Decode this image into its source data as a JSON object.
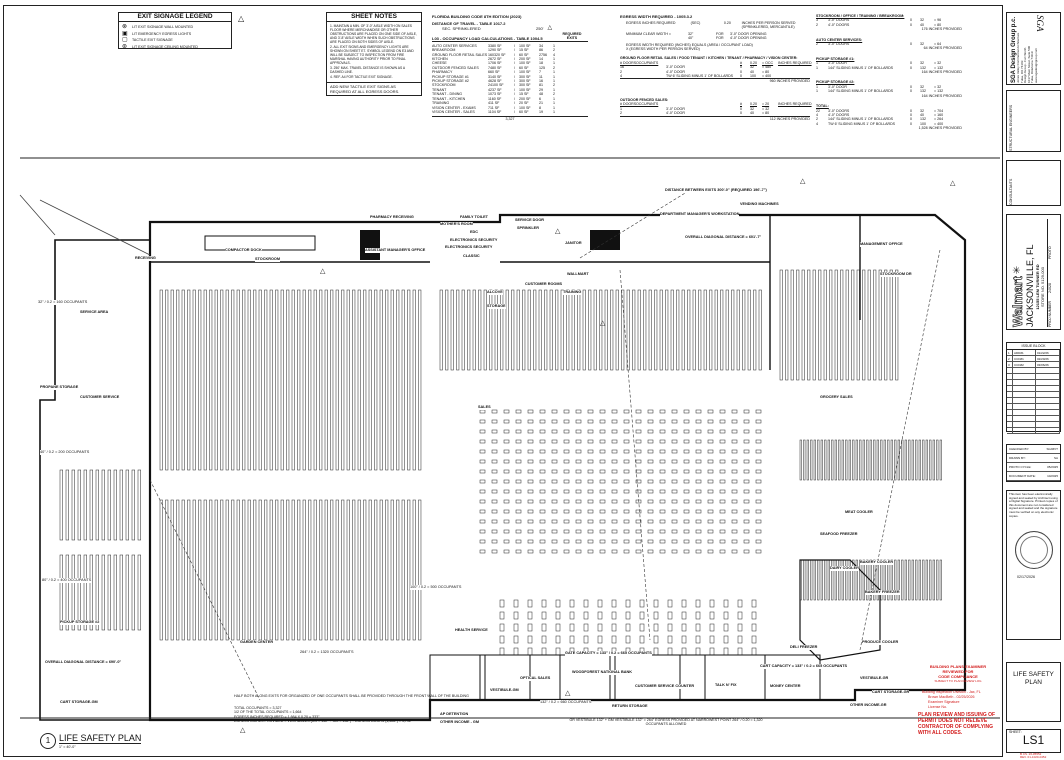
{
  "legend": {
    "title": "EXIT SIGNAGE LEGEND",
    "items": [
      {
        "icon": "exit-sign-wall-icon",
        "label": "LIT EXIT SIGNAGE WALL MOUNTED"
      },
      {
        "icon": "emergency-light-icon",
        "label": "LIT EMERGENCY EGRESS LIGHTS"
      },
      {
        "icon": "tactile-sign-icon",
        "label": "TACTILE EXIT SIGNAGE"
      },
      {
        "icon": "exit-sign-ceiling-icon",
        "label": "LIT EXIT SIGNAGE CEILING MOUNTED"
      }
    ]
  },
  "sheet_notes": {
    "title": "SHEET NOTES",
    "notes": [
      "1. MAINTAIN A MIN. OF 3'-0\" AISLE WIDTH ON SALES FLOOR WHERE MERCHANDISE OR OTHER OBSTRUCTIONS ARE PLACED ON ONE SIDE OF AISLE, AND 3'-8\" AISLE WIDTH WHEN SUCH OBSTRUCTIONS ARE PLACED ON BOTH SIDES OF AISLE.",
      "2. ALL EXIT SIGNS AND EMERGENCY LIGHTS ARE SHOWN ON SHEET E7. SYMBOL LEGEND ON E3 AND WILL BE SUBJECT TO INSPECTION FROM FIRE MARSHAL HAVING AUTHORITY PRIOR TO FINAL APPROVALS.",
      "3. 250' MAX. TRAVEL DISTANCE IS SHOWN AS A DASHED LINE.",
      "4. REF. A4 FOR TACTILE EXIT SIGNAGE."
    ],
    "footer": "ADD NEW TACTILE EXIT SIGNS AS REQUIRED AT ALL EGRESS DOORS."
  },
  "occupancy": {
    "code": "FLORIDA BUILDING CODE 8TH EDITION (2023)",
    "travel": "DISTANCE OF TRAVEL - TABLE 1017.2",
    "sprinkled_label": "SEC. SPRINKLERED",
    "sprinkled_value": "250'",
    "title": "L03 - OCCUPANCY LOAD CALCULATIONS - TABLE 1004.5",
    "req_exits": "REQUIRED EXITS",
    "rows": [
      [
        "AUTO CENTER SERVICES",
        "3380 SF",
        "/",
        "100 SF",
        "34",
        "1"
      ],
      [
        "BREAKROOM",
        "1290 SF",
        "/",
        "15 SF",
        "86",
        "2"
      ],
      [
        "GROUND FLOOR RETAIL SALES",
        "160320 SF",
        "/",
        "60 SF",
        "2756",
        "4"
      ],
      [
        "KITCHEN",
        "2672 SF",
        "/",
        "200 SF",
        "14",
        "1"
      ],
      [
        "CHEESE",
        "1706 SF",
        "/",
        "100 SF",
        "18",
        "1"
      ],
      [
        "OUTDOOR FENCED SALES",
        "7480 SF",
        "/",
        "60 SF",
        "125",
        "2"
      ],
      [
        "PHARMACY",
        "660 SF",
        "/",
        "100 SF",
        "7",
        "1"
      ],
      [
        "PICKUP STORAGE #1",
        "3140 SF",
        "/",
        "300 SF",
        "11",
        "1"
      ],
      [
        "PICKUP STORAGE #2",
        "4628 SF",
        "/",
        "300 SF",
        "16",
        "1"
      ],
      [
        "STOCKROOM",
        "24100 SF",
        "/",
        "300 SF",
        "81",
        "2"
      ],
      [
        "TENANT",
        "4237 SF",
        "/",
        "100 SF",
        "29",
        "1"
      ],
      [
        "TENANT - DINING",
        "1073 SF",
        "/",
        "15 SF",
        "48",
        "2"
      ],
      [
        "TENANT - KITCHEN",
        "1160 SF",
        "/",
        "200 SF",
        "6",
        "1"
      ],
      [
        "TRAINING",
        "411 SF",
        "/",
        "20 SF",
        "21",
        "1"
      ],
      [
        "VISION CENTER - EXAMS",
        "711 SF",
        "/",
        "100 SF",
        "8",
        "1"
      ],
      [
        "VISION CENTER - SALES",
        "1104 SF",
        "/",
        "60 SF",
        "19",
        "1"
      ]
    ],
    "total": "3,327"
  },
  "egress": {
    "title": "EGRESS WIDTH REQUIRED - 1005.3.2",
    "inches_label": "EGRESS INCHES REQUIRED",
    "inches_code": "(SEC)",
    "inches_value": "0.20",
    "inches_note": "INCHES PER PERSON SERVED (SPRINKLERED, MERCANTILE)",
    "clear_label": "MINIMUM CLEAR WIDTH =",
    "clear_rows": [
      [
        "32\"",
        "FOR",
        "3'-0\" DOOR OPENING"
      ],
      [
        "40\"",
        "FOR",
        "4'-0\" DOOR OPENING"
      ]
    ],
    "formula": "EGRESS WIDTH REQUIRED (INCHES) EQUALS (AREA / OCCUPANT LOAD) X (EGRESS WIDTH PER PERSON SERVED)",
    "groups": [
      {
        "title": "GROUND FLOOR RETAIL SALES / FOOD TENANT / KITCHEN / TENANT / PHARMACY / VISION CENTER:",
        "cols": [
          "# DOORS",
          "OCCUPANTS",
          "",
          "#",
          "0.20",
          "= OCC",
          "INCHES REQUIRED"
        ],
        "rows": [
          [
            "16",
            "",
            "3'-0\" DOOR",
            "0",
            "32",
            "= 480"
          ],
          [
            "2",
            "",
            "4'-0\" DOOR",
            "0",
            "40",
            "= 80"
          ],
          [
            "4",
            "",
            "TW 6' SLIDING MINUS 1' OF BOLLARDS",
            "0",
            "100",
            "= 400"
          ]
        ],
        "total": "960 INCHES PROVIDED"
      },
      {
        "title": "OUTDOOR FENCED SALES:",
        "cols": [
          "# DOORS",
          "OCCUPANTS",
          "",
          "#",
          "0.20",
          "= 20",
          "INCHES REQUIRED"
        ],
        "rows": [
          [
            "1",
            "",
            "3'-0\" DOOR",
            "0",
            "32",
            "= 32"
          ],
          [
            "2",
            "",
            "4'-0\" DOOR",
            "0",
            "40",
            "= 80"
          ]
        ],
        "total": "112 INCHES PROVIDED"
      }
    ]
  },
  "right_tables": {
    "sections": [
      {
        "title": "STOCKROOM / OFFICE / TRAINING / BREAKROOM:",
        "rows": [
          [
            "3",
            "3'-0\" DOORS",
            "0",
            "32",
            "= 96"
          ],
          [
            "2",
            "4'-0\" DOORS",
            "0",
            "40",
            "= 80"
          ]
        ],
        "total": "176 INCHES PROVIDED"
      },
      {
        "title": "AUTO CENTER SERVICES:",
        "rows": [
          [
            "2",
            "3'-0\" DOORS",
            "0",
            "32",
            "= 64"
          ]
        ],
        "total": "64 INCHES PROVIDED"
      },
      {
        "title": "PICKUP STORAGE #1:",
        "rows": [
          [
            "1",
            "3'-0\" DOOR",
            "0",
            "32",
            "= 32"
          ],
          [
            "1",
            "144\" SLIDING MINUS 1' OF BOLLARDS",
            "0",
            "132",
            "= 132"
          ]
        ],
        "total": "164 INCHES PROVIDED"
      },
      {
        "title": "PICKUP STORAGE #2:",
        "rows": [
          [
            "1",
            "3'-0\" DOOR",
            "0",
            "32",
            "= 32"
          ],
          [
            "1",
            "144\" SLIDING MINUS 1' OF BOLLARDS",
            "0",
            "132",
            "= 132"
          ]
        ],
        "total": "164 INCHES PROVIDED"
      },
      {
        "title": "TOTAL:",
        "rows": [
          [
            "22",
            "3'-0\" DOORS",
            "0",
            "32",
            "= 704"
          ],
          [
            "4",
            "4'-0\" DOORS",
            "0",
            "40",
            "= 160"
          ],
          [
            "2",
            "144\" SLIDING MINUS 1' OF BOLLARDS",
            "0",
            "132",
            "= 264"
          ],
          [
            "4",
            "TW 6' SLIDING MINUS 1' OF BOLLARDS",
            "0",
            "100",
            "= 400"
          ]
        ],
        "total": "1,528 INCHES PROVIDED"
      }
    ]
  },
  "plan": {
    "title": "LIFE SAFETY PLAN",
    "number": "1",
    "scale": "1\" = 40'-0\"",
    "labels": [
      "COMPACTOR DOCK",
      "RECEIVING",
      "STOCKROOM",
      "PHARMACY RECEIVING",
      "FAMILY TOILET",
      "MOTHER'S ROOM",
      "EDC",
      "ELECTRONICS SECURITY",
      "CLASSIC",
      "SERVICE DOOR",
      "SPRINKLER",
      "JANITOR",
      "WALLMART",
      "ALCOVE",
      "STORAGE",
      "CUSTOMER ROOMS",
      "TRAINING",
      "DEPARTMENT MANAGER'S WORKSTATION",
      "OVERALL DIAGONAL DISTANCE = 601'-7\"",
      "DISTANCE BETWEEN EXITS 300'-0\" (REQUIRED 196'-7\")",
      "VENDING MACHINES",
      "STOCKROOM DR",
      "MANAGEMENT OFFICE",
      "ASSISTANT MANAGER'S OFFICE",
      "ELECTRONICS SECURITY",
      "SERVICE AREA",
      "CUSTOMER SERVICE",
      "PROPANE STORAGE",
      "SALES",
      "GROCERY SALES",
      "BAKERY COOLER",
      "BAKERY FREEZER",
      "PRODUCE COOLER",
      "DELI FREEZER",
      "MEAT COOLER",
      "SEAFOOD FREEZER",
      "DAIRY COOLER",
      "CART STORAGE-GR",
      "OTHER INCOME-GR",
      "HEALTH SERVICE",
      "OPTICAL SALES",
      "WOODFOREST NATIONAL BANK",
      "CUSTOMER SERVICE COUNTER",
      "TALK N' FIX",
      "MONEY CENTER",
      "RETURN STORAGE",
      "VESTIBULE-GM",
      "VESTIBULE-GR",
      "AP DETENTION",
      "OTHER INCOME - GM",
      "GARDEN CENTER",
      "PICKUP STORAGE #2",
      "OVERALL DIAGONAL DISTANCE = 690'-0\"",
      "CART STORAGE-GM",
      "CART CAPACITY = 133\" / 0.2 = 665 OCCUPANTS",
      "GATE CAPACITY = 133\" / 0.2 = 665 OCCUPANTS"
    ],
    "occupant_notes": [
      "32\" / 0.2 = 160 OCCUPANTS",
      "40\" / 0.2 = 200 OCCUPANTS",
      "80\" / 0.2 = 400 OCCUPANTS",
      "100\" / 0.2 = 500 OCCUPANTS",
      "132\" / 0.2 = 660 OCCUPANTS",
      "264\" / 0.2 = 1320 OCCUPANTS"
    ],
    "vestibule_note": "GR VESTIBULE 132\" + GM VESTIBULE 132\" = 264\" EGRESS PROVIDED AT NARROWEST POINT 264\" / 0.20 = 1,320 OCCUPANTS ALLOWED",
    "total_notes": [
      "TOTAL OCCUPANTS = 3,327",
      "1/2 OF THE TOTAL OCCUPANTS = 1,664",
      "EGRESS INCHES REQUIRED = 1,664 X 0.20 = 333\"",
      "EGRESS INCHES PROVIDED = VESTIBULES (GR = 132\" + GM = 132\") + EGRESS DOORS (1,528\") = 1,792\""
    ],
    "main_entrance_note": "HALF BOTH ALONG EXITS FOR ORGANIZED OF ONE OCCUPANTS SHALL BE PROVIDED THROUGH THE FRONT WALL OF THE BUILDING"
  },
  "stamp": {
    "approval": [
      "BUILDING PLANS EXAMINER",
      "REVIEWED FOR",
      "CODE COMPLIANCE",
      "SUBJECT TO PLAN REVIEW LOG"
    ],
    "inspector": [
      "Building Inspection Division - Jax, FL",
      "Brown MacBeth - 02/25/2026",
      "Examiner Signature",
      "License No."
    ],
    "notice": "PLAN REVIEW AND ISSUING OF PERMIT DOES NOT RELIEVE CONTRACTOR OF COMPLYING WITH ALL CODES."
  },
  "title_block": {
    "firm": "SGA Design Group p.c.",
    "firm_logo": "SGA",
    "firm_lines": [
      "Jones Valley Commercial Architecture",
      "Tulsa, OK 74103",
      "Design Group - Fort Worth",
      "1017 Main Street, Suite 500",
      "Tulsa, Oklahoma 74119",
      "www.sgadesigngroup.com"
    ],
    "structural": "STRUCTURAL ENGINEERS",
    "consultants": "CONSULTANTS",
    "brand": "Walmart",
    "city": "JACKSONVILLE, FL",
    "address": "12155 LEM TURNER RD",
    "store": "STORE NO. 5129-000",
    "project_fields": [
      "PROJ NUMBER",
      "24028",
      "PROTO"
    ],
    "issue_title": "ISSUE BLOCK",
    "issues": [
      [
        "1",
        "ADD#1",
        "01/22/26"
      ],
      [
        "2",
        "CCD#1",
        "02/20/26"
      ],
      [
        "3",
        "CCD#2",
        "03/06/26"
      ]
    ],
    "info": [
      [
        "CHECKED BY:",
        "SG/MVT"
      ],
      [
        "DRAWN BY:",
        "SA"
      ],
      [
        "PROTO CYCLE:",
        "05/2025"
      ],
      [
        "DOCUMENT DATE:",
        "10/2025"
      ]
    ],
    "stamp_date": "02/17/2026",
    "stamp_note": "This item has been electronically signed and sealed by Architect using a Digital Signature. Printed copies of this document are not considered signed and sealed and the signature must be verified on any electronic copies.",
    "sheet_title": "LIFE SAFETY PLAN",
    "sheet_label": "SHEET:",
    "sheet_number": "LS1",
    "footer": [
      "B.CS. 26-#5552",
      "REV. 01-1020-0452"
    ]
  },
  "colors": {
    "line": "#222222",
    "stamp_red": "#d21a1a"
  }
}
